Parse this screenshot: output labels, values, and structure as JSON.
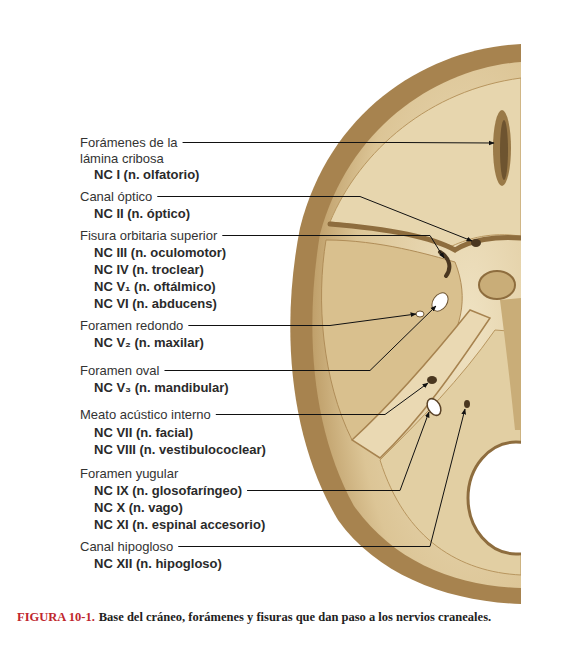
{
  "diagram": {
    "caption": "Base del cráneo, forámenes y fisuras que dan paso a los nervios craneales.",
    "labels": [
      "Forámenes de la lámina cribosa",
      "NC I (n. olfatorio)",
      "Canal óptico",
      "NC II (n. óptico)",
      "Fisura orbitaria superior",
      "NC III (n. oculomotor)",
      "NC IV (n. troclear)",
      "NC V₁ (n. oftálmico)",
      "NC VI (n. abducens)",
      "Foramen redondo",
      "NC V₂ (n. maxilar)",
      "Foramen oval",
      "NC V₃ (n. mandibular)",
      "Meato acústico interno",
      "NC VII (n. facial)",
      "NC VIII (n. vestibulococlear)",
      "Foramen yugular",
      "NC IX (n. glosofaríngeo)",
      "NC X (n. vago)",
      "NC XI (n. espinal accesorio)",
      "Canal hipogloso",
      "NC XII (n. hipogloso)",
      "FIGURA 10-1."
    ]
  }
}
